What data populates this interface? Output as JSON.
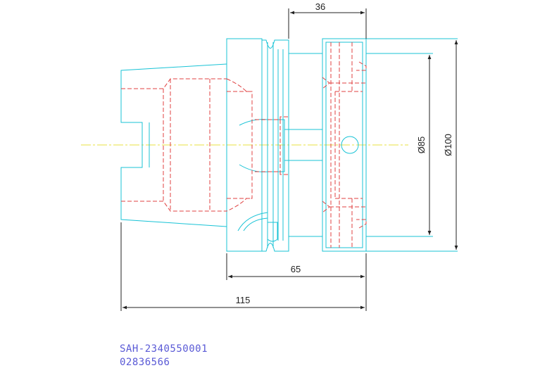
{
  "drawing": {
    "dimensions": {
      "top_width": "36",
      "flange_length": "65",
      "overall_length": "115",
      "inner_diameter": "Ø85",
      "outer_diameter": "Ø100"
    },
    "part_number": "SAH-2340550001",
    "article_number": "02836566",
    "colors": {
      "outline": "#19c3d6",
      "hidden": "#e04040",
      "centerline": "#e8e040",
      "dimension": "#222222",
      "label": "#5a5ad6"
    }
  }
}
